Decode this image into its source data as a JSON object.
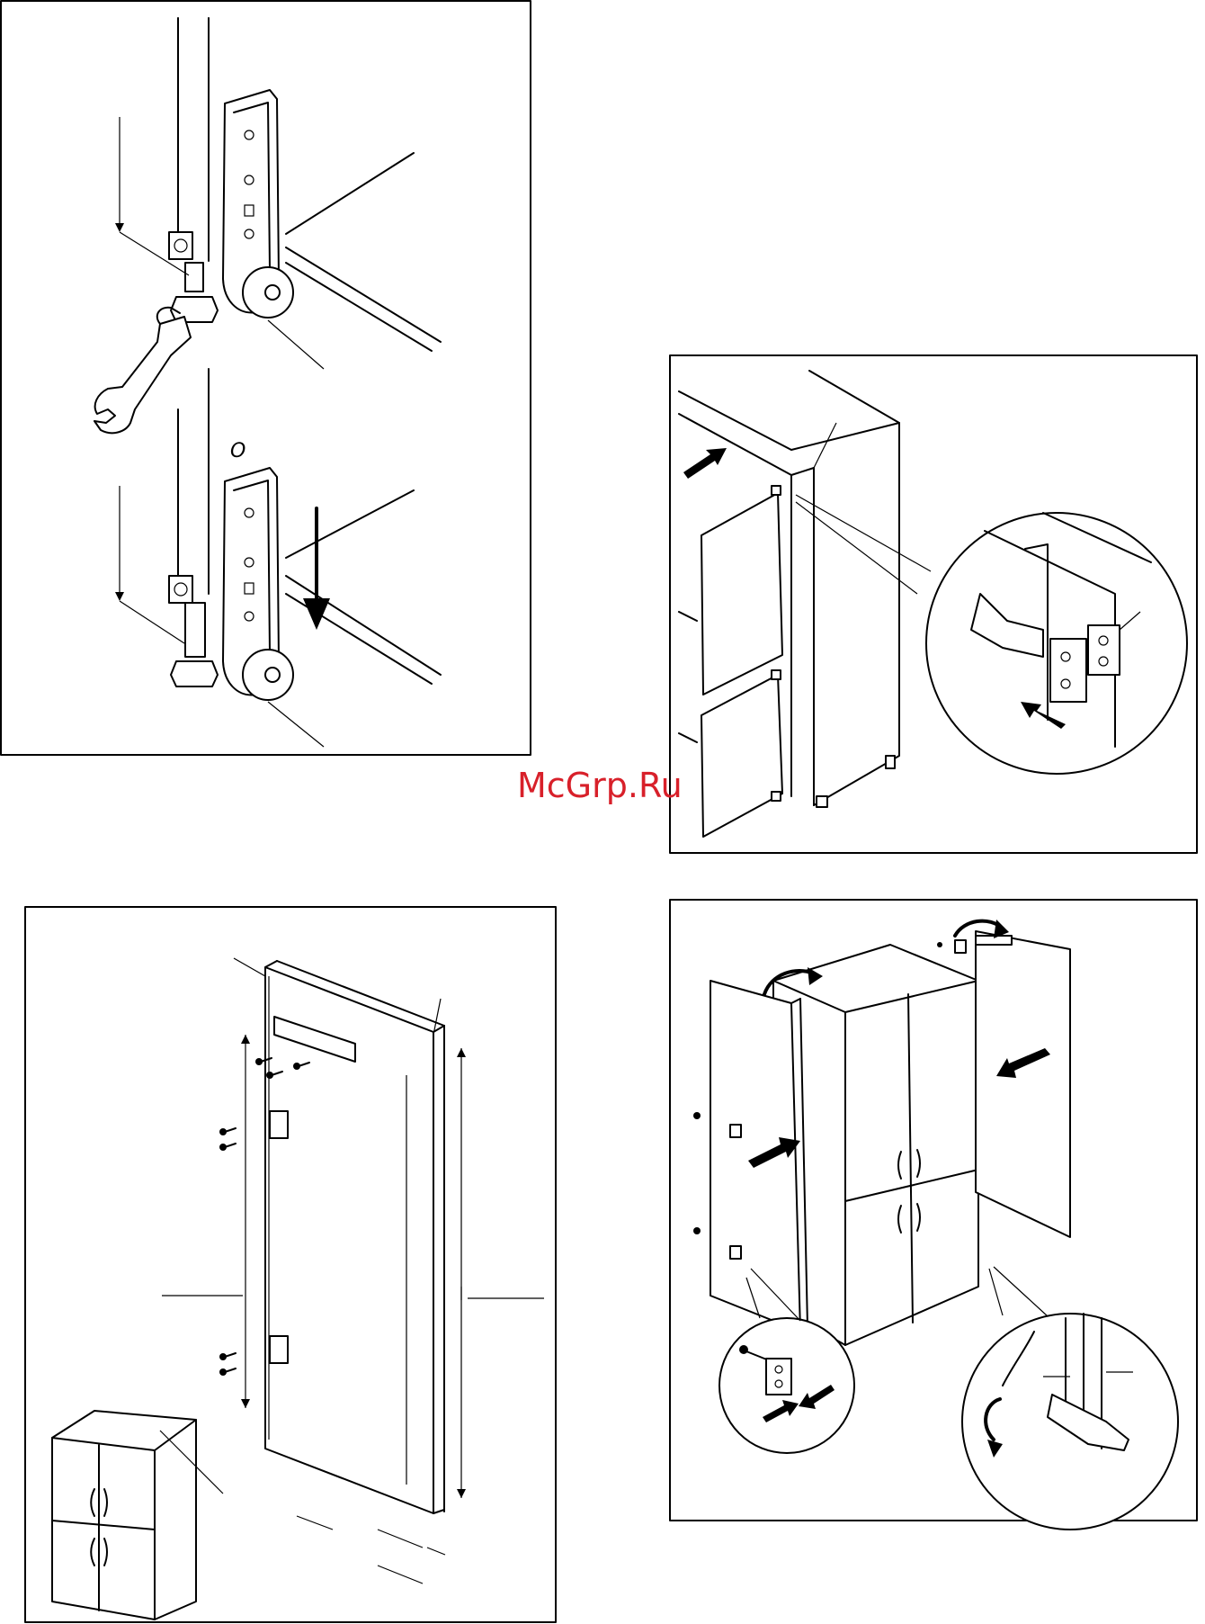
{
  "watermark": "McGrp.Ru",
  "panels": [
    {
      "name": "adjustable-foot-panel",
      "label": "O"
    },
    {
      "name": "door-hinge-panel"
    },
    {
      "name": "furniture-door-panel"
    },
    {
      "name": "door-mounting-panel"
    }
  ]
}
